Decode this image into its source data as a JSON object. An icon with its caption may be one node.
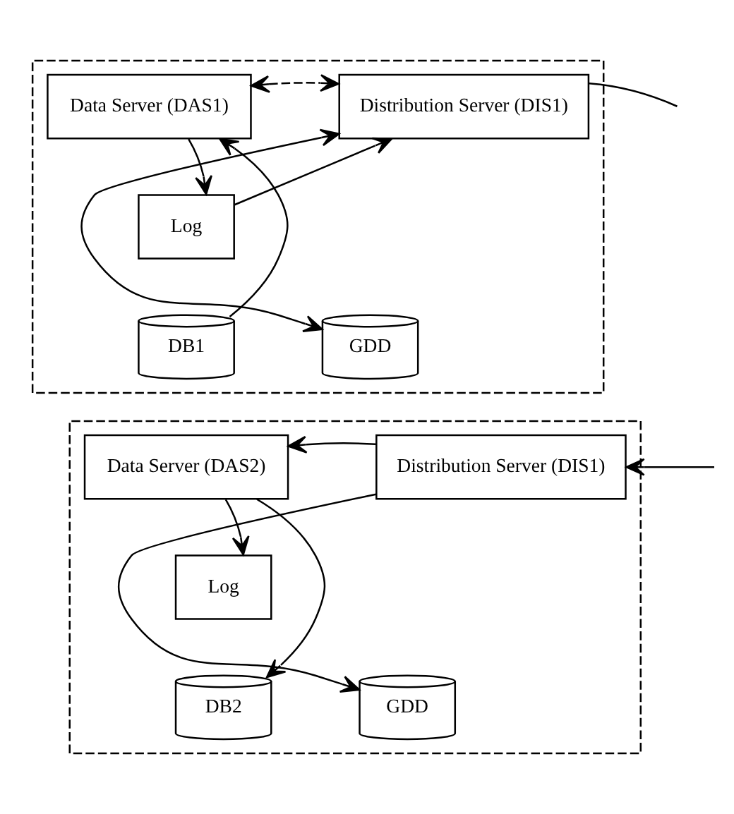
{
  "diagram": {
    "nodes": [
      {
        "text": [],
        "shape": "box"
      },
      {
        "text": [
          "Data Server (DAS1)"
        ],
        "in": 0
      },
      {
        "text": [
          "Distribution Server (DIS1)"
        ],
        "in": 0
      },
      {
        "text": [
          "Log"
        ],
        "in": 0
      },
      {
        "text": [
          "DB1"
        ],
        "in": 0
      },
      {
        "text": [
          "GDD"
        ],
        "in": 0
      },
      {
        "text": [],
        "shape": "box"
      },
      {
        "text": [
          "Data Server (DAS2)"
        ],
        "in": 6
      },
      {
        "text": [
          "Distribution Server (DIS1)"
        ],
        "in": 6
      },
      {
        "text": [
          "Log"
        ],
        "in": 6
      },
      {
        "text": [
          "DB2"
        ],
        "in": 6
      },
      {
        "text": [
          "GDD"
        ],
        "in": 6
      }
    ],
    "edges": [
      {
        "from": 4,
        "to": 1,
        "arrow": "to"
      },
      {
        "from": 1,
        "to": 3,
        "arrow": "to"
      },
      {
        "from": 3,
        "to": 2,
        "arrow": "to"
      },
      {
        "from": 1,
        "to": 2,
        "arrow": "both",
        "style": "dashed"
      },
      {
        "from": 2,
        "to": 5,
        "arrow": "both"
      },
      {
        "from": 2,
        "to": null,
        "arrow": "none"
      },
      {
        "from": 8,
        "to": 7,
        "arrow": "to"
      },
      {
        "from": 7,
        "to": 9,
        "arrow": "to"
      },
      {
        "from": 7,
        "to": 10,
        "arrow": "to"
      },
      {
        "from": 8,
        "to": 11,
        "arrow": "to"
      },
      {
        "from": null,
        "to": 8,
        "arrow": "to"
      }
    ]
  }
}
